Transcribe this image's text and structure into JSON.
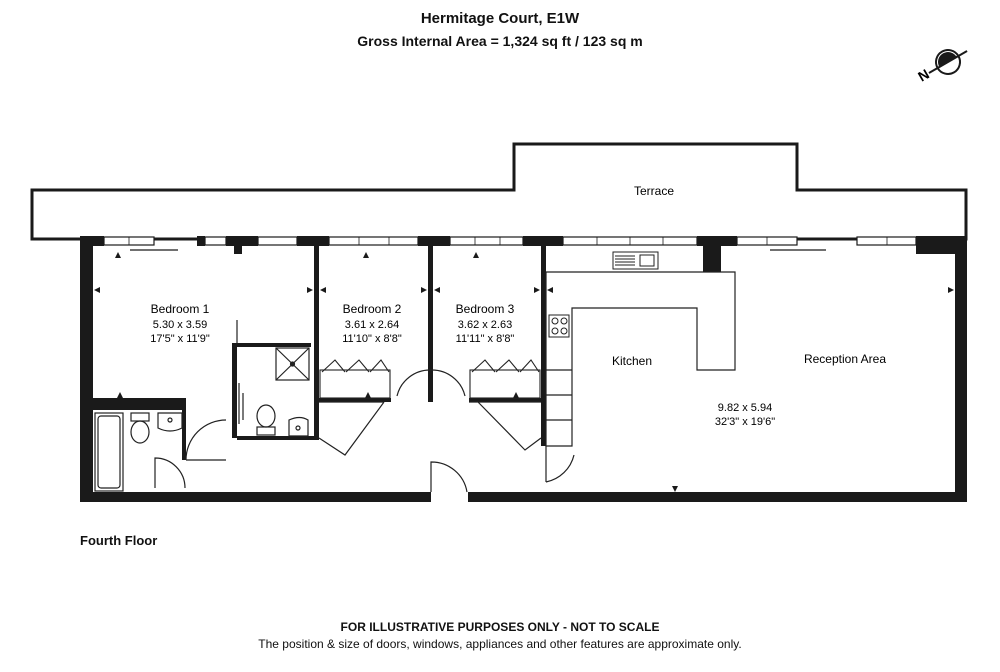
{
  "header": {
    "title": "Hermitage Court, E1W",
    "area": "Gross Internal Area = 1,324 sq ft / 123 sq m"
  },
  "floor_label": "Fourth Floor",
  "rooms": {
    "terrace": {
      "name": "Terrace"
    },
    "bedroom1": {
      "name": "Bedroom 1",
      "metric": "5.30 x 3.59",
      "imperial": "17'5\" x 11'9\""
    },
    "bedroom2": {
      "name": "Bedroom 2",
      "metric": "3.61 x 2.64",
      "imperial": "11'10\" x 8'8\""
    },
    "bedroom3": {
      "name": "Bedroom 3",
      "metric": "3.62 x 2.63",
      "imperial": "11'11\" x 8'8\""
    },
    "kitchen": {
      "name": "Kitchen"
    },
    "reception": {
      "name": "Reception Area",
      "metric": "9.82 x 5.94",
      "imperial": "32'3\" x 19'6\""
    }
  },
  "compass": {
    "label": "N",
    "icon": "north-arrow-icon"
  },
  "disclaimer": {
    "line1": "FOR ILLUSTRATIVE PURPOSES ONLY - NOT TO SCALE",
    "line2": "The position & size of doors, windows, appliances and other features are approximate only."
  },
  "colors": {
    "wall": "#1a1a1a",
    "line": "#222222",
    "background": "#ffffff"
  }
}
